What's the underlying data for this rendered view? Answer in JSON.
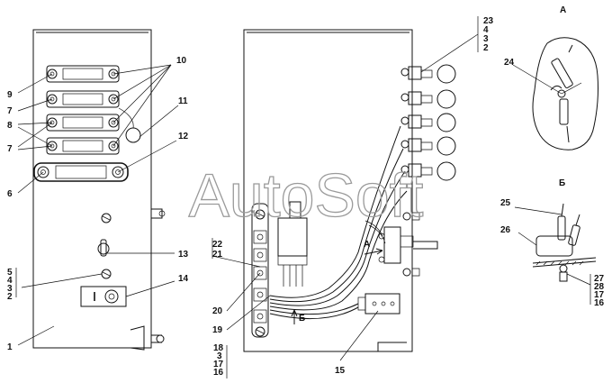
{
  "labels": {
    "n1": "1",
    "n2": "2",
    "n3": "3",
    "n4": "4",
    "n5": "5",
    "n6": "6",
    "n7": "7",
    "n7b": "7",
    "n8": "8",
    "n9": "9",
    "n10": "10",
    "n11": "11",
    "n12": "12",
    "n13": "13",
    "n14": "14",
    "s5": "5",
    "s4": "4",
    "s3": "3",
    "s2": "2",
    "n15": "15",
    "n19": "19",
    "n20": "20",
    "s22": "22",
    "s21": "21",
    "s18": "18",
    "s3b": "3",
    "s17": "17",
    "s16": "16",
    "t23": "23",
    "t4": "4",
    "t3": "3",
    "t2": "2",
    "viewA_marker": "А",
    "viewB_marker": "Б",
    "viewA_title": "А",
    "viewB_title": "Б",
    "n24": "24",
    "n25": "25",
    "n26": "26",
    "r27": "27",
    "r28": "28",
    "r17": "17",
    "r16": "16"
  },
  "watermark": "AutoSoft"
}
